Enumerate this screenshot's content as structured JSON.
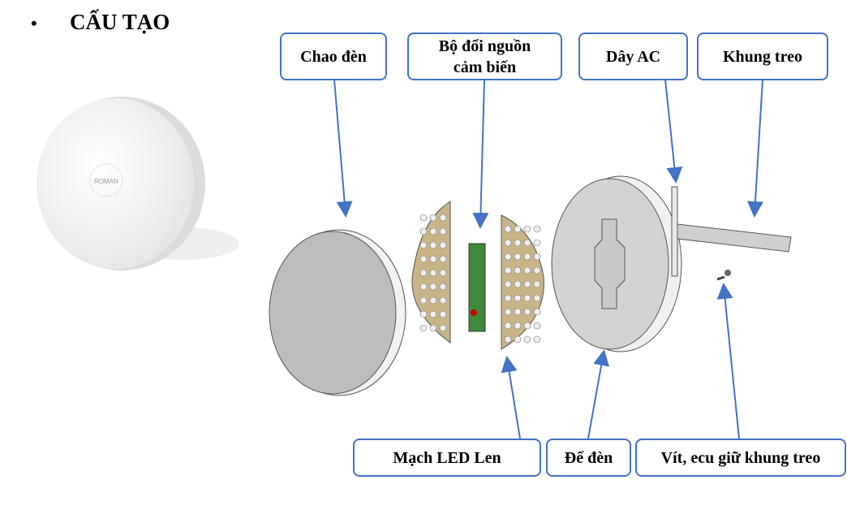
{
  "title": {
    "bullet": "•",
    "text": "CẤU TẠO"
  },
  "product_logo": "ROMAN",
  "labels": {
    "chao_den": "Chao đèn",
    "bo_doi_nguon_line1": "Bộ đổi nguồn",
    "bo_doi_nguon_line2": "cảm biến",
    "day_ac": "Dây AC",
    "khung_treo": "Khung treo",
    "mach_led": "Mạch LED Len",
    "de_den": "Đế đèn",
    "vit_ecu": "Vít, ecu giữ khung treo"
  },
  "colors": {
    "box_border": "#4472c4",
    "arrow": "#4472c4",
    "pcb": "#c9b487",
    "driver": "#3f8a3a"
  }
}
